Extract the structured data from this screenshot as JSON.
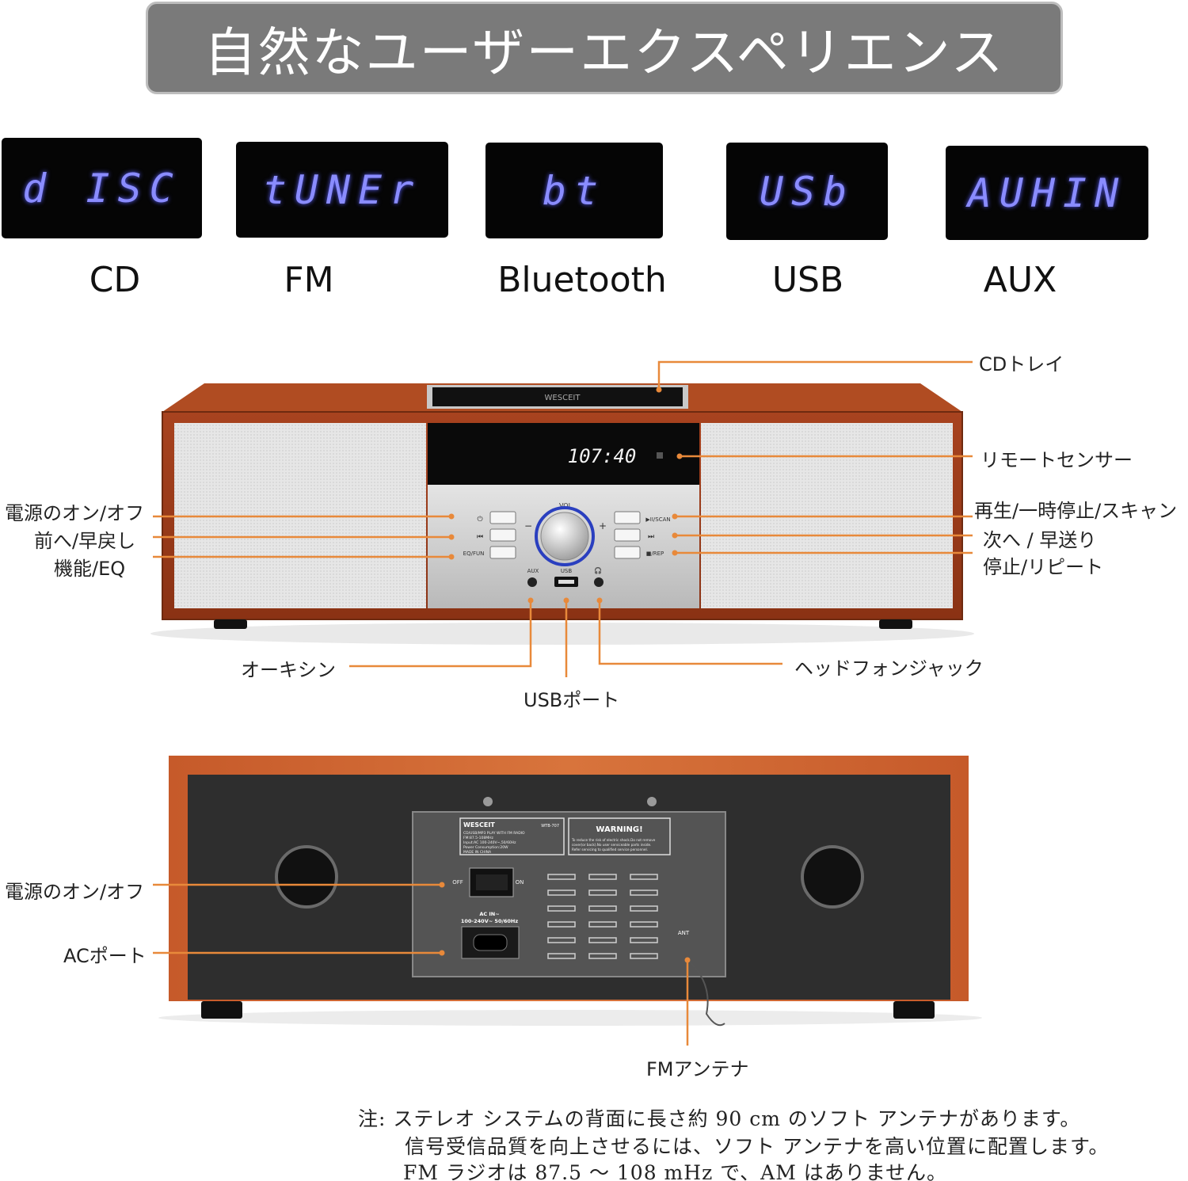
{
  "banner": {
    "title": "自然なユーザーエクスペリエンス"
  },
  "modes": [
    {
      "display": "d ISC",
      "label": "CD"
    },
    {
      "display": "tUNEr",
      "label": "FM"
    },
    {
      "display": "bt",
      "label": "Bluetooth"
    },
    {
      "display": "USb",
      "label": "USB"
    },
    {
      "display": "AUHIN",
      "label": "AUX"
    }
  ],
  "front": {
    "clock": "107:40",
    "brand": "WESCEIT",
    "vol_label": "VOL",
    "button_labels": {
      "play_scan": "▶II/SCAN",
      "stop_rep": "■/REP",
      "eq_fun": "EQ/FUN",
      "aux": "AUX",
      "usb": "USB"
    },
    "callouts": {
      "cd_tray": "CDトレイ",
      "remote_sensor": "リモートセンサー",
      "power": "電源のオン/オフ",
      "prev": "前へ/早戻し",
      "function": "機能/EQ",
      "play_pause": "再生/一時停止/スキャン",
      "next": "次へ / 早送り",
      "stop_repeat": "停止/リピート",
      "aux": "オーキシン",
      "usb_port": "USBポート",
      "headphone": "ヘッドフォンジャック"
    }
  },
  "back": {
    "brand": "WESCEIT",
    "model": "WTB-707",
    "spec_lines": [
      "CD/USB/MP3 PLAY WITH FM RADIO",
      "FM:87.5-108MHz",
      "Input:AC 100-240V~,50/60Hz",
      "Power Consumption:20W",
      "MADE IN CHINA"
    ],
    "warning_title": "WARNING!",
    "warning_lines": [
      "To reduce the risk of electric shock.Do not remove",
      "cover(or back).No user serviceable parts inside.",
      "Refer servicing to qualified service personnel."
    ],
    "switch_off": "OFF",
    "switch_on": "ON",
    "ac_in_line1": "AC IN~",
    "ac_in_line2": "100-240V~ 50/60Hz",
    "ant": "ANT",
    "callouts": {
      "power": "電源のオン/オフ",
      "ac_port": "ACポート",
      "fm_antenna": "FMアンテナ"
    }
  },
  "note": {
    "line1": "注: ステレオ システムの背面に長さ約 90 cm のソフト アンテナがあります。",
    "line2": "信号受信品質を向上させるには、ソフト アンテナを高い位置に配置します。",
    "line3": "FM ラジオは 87.5 ～ 108 mHz で、AM はありません。"
  },
  "colors": {
    "banner": "#7a7a7a",
    "lcd_text": "#8a8cff",
    "wood": "#b5502a",
    "callout_line": "#e8893a",
    "grille": "#e4e4e4",
    "panel": "#c9c9c9"
  }
}
